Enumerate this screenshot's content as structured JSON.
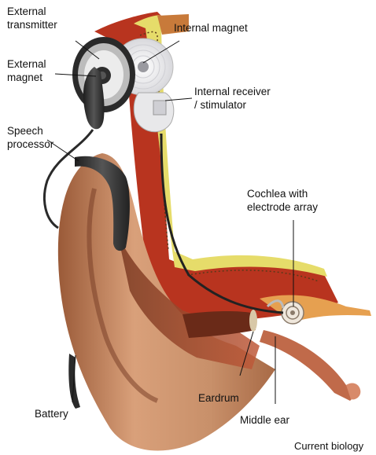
{
  "labels": {
    "external_transmitter": "External\ntransmitter",
    "external_magnet": "External\nmagnet",
    "speech_processor": "Speech\nprocessor",
    "battery": "Battery",
    "internal_magnet": "Internal magnet",
    "internal_receiver": "Internal receiver\n/ stimulator",
    "cochlea": "Cochlea with\nelectrode array",
    "eardrum": "Eardrum",
    "middle_ear": "Middle ear"
  },
  "credit": "Current biology",
  "colors": {
    "skin": "#c8906a",
    "skin_dark": "#8a5236",
    "bone": "#e6dc6a",
    "flesh": "#b8341f",
    "device": "#3a3a3a",
    "implant": "#e8e8ea"
  }
}
